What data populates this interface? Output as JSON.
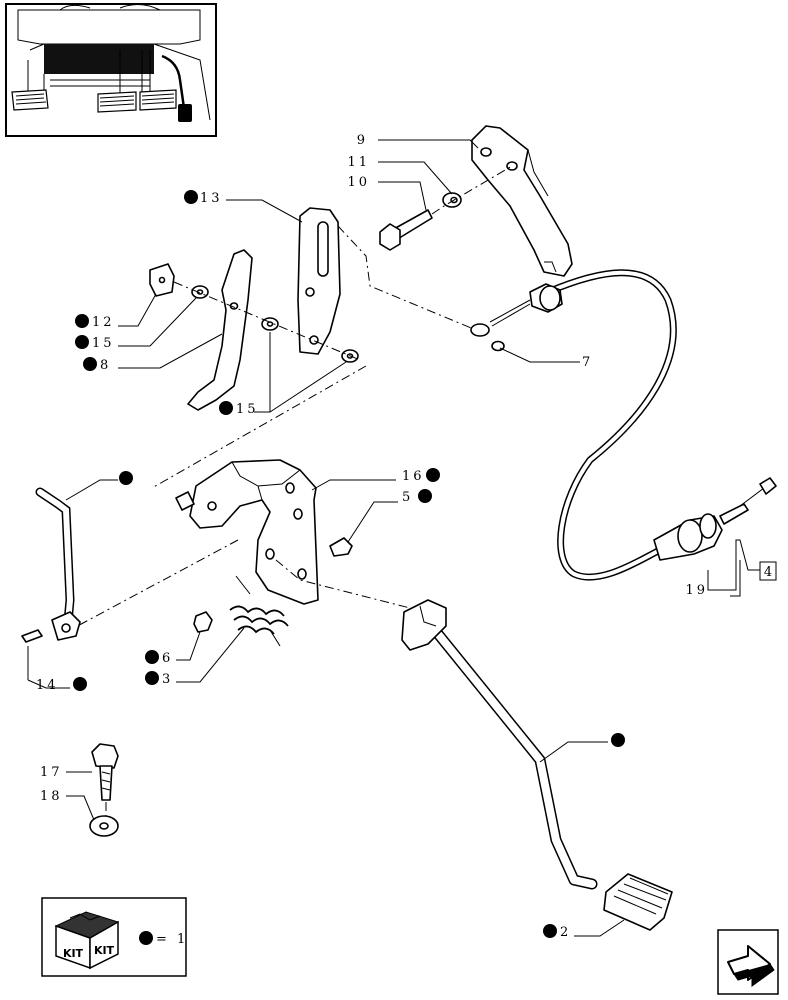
{
  "callouts": {
    "c9": "9",
    "c11": "11",
    "c10": "10",
    "c13": "13",
    "c12": "12",
    "c15a": "15",
    "c8": "8",
    "c15b": "15",
    "c7": "7",
    "c16": "16",
    "c5": "5",
    "c14": "14",
    "c6": "6",
    "c3": "3",
    "c19": "19",
    "c4": "4",
    "c17": "17",
    "c18": "18",
    "c2": "2"
  },
  "kit": {
    "box_label_left": "KIT",
    "box_label_right": "KIT",
    "legend_text": "= 1"
  },
  "icons": [
    "kit-box-icon",
    "next-page-arrow-icon",
    "locator-thumbnail"
  ]
}
